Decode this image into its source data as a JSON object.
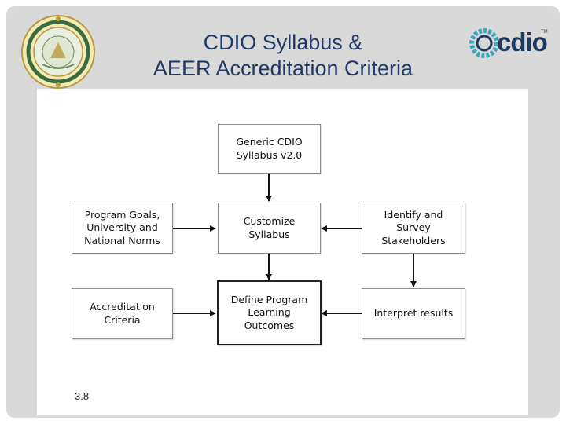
{
  "title": {
    "line1": "CDIO Syllabus &",
    "line2": "AEER Accreditation Criteria"
  },
  "logos": {
    "seal_icon": "university-seal",
    "brand_wordmark": "cdio",
    "brand_trademark": "TM"
  },
  "diagram": {
    "boxes": {
      "generic": "Generic CDIO\nSyllabus v2.0",
      "goals": "Program Goals,\nUniversity and\nNational Norms",
      "customize": "Customize\nSyllabus",
      "stakeholders": "Identify and\nSurvey\nStakeholders",
      "accreditation": "Accreditation\nCriteria",
      "define": "Define Program\nLearning\nOutcomes",
      "interpret": "Interpret results"
    }
  },
  "footer": {
    "slide_number": "3.8"
  },
  "colors": {
    "title": "#203864",
    "frame": "#d9d9d9",
    "cdio_blue": "#1e3a5f",
    "cdio_teal": "#3aa8b8"
  }
}
